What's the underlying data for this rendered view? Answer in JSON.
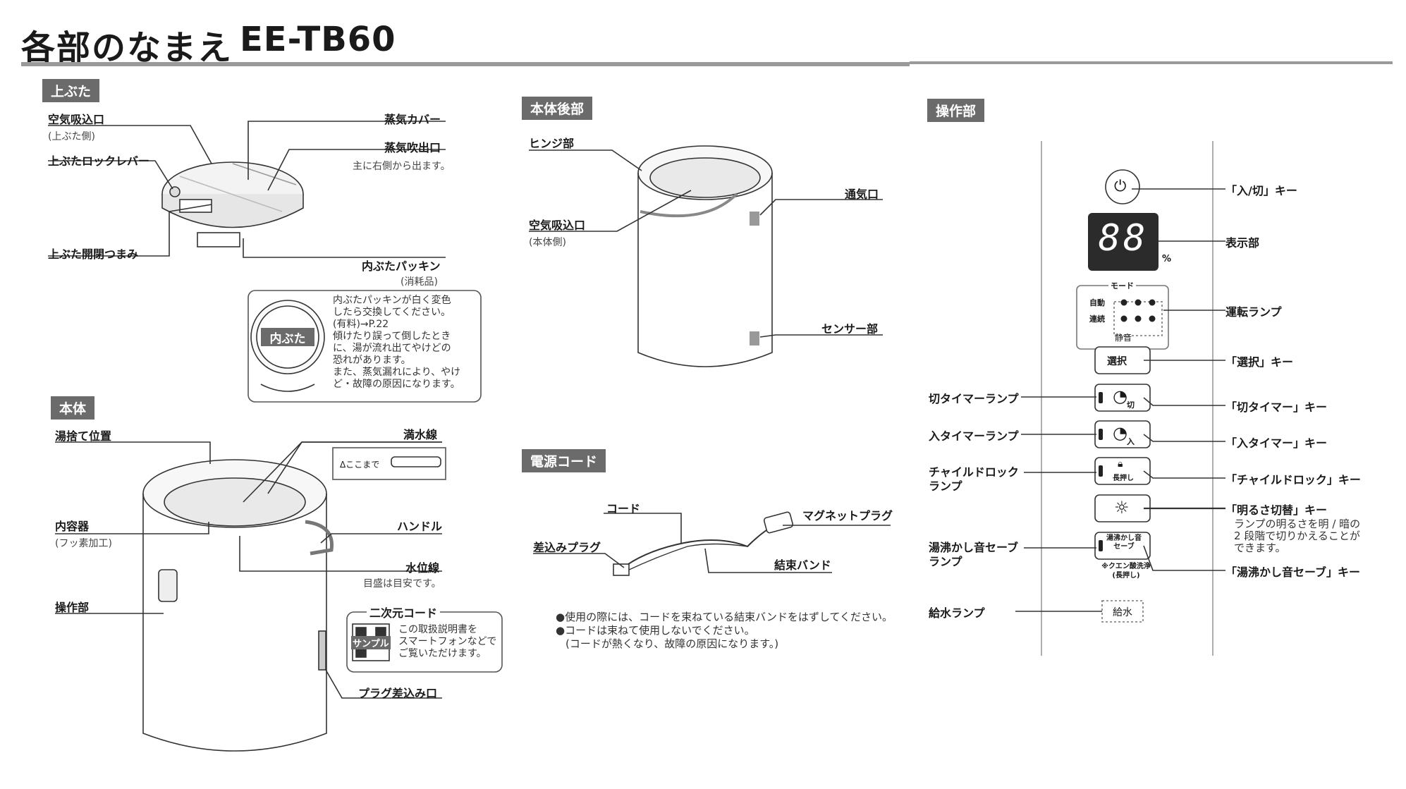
{
  "header": {
    "title": "各部のなまえ",
    "model": "EE-TB60"
  },
  "sections": {
    "lid": "上ぶた",
    "body": "本体",
    "back": "本体後部",
    "cord": "電源コード",
    "panel": "操作部"
  },
  "lid": {
    "air_intake": "空気吸込口",
    "air_intake_sub": "(上ぶた側)",
    "lock_lever": "上ぶたロックレバー",
    "open_knob": "上ぶた開閉つまみ",
    "steam_cover": "蒸気カバー",
    "steam_outlet": "蒸気吹出口",
    "steam_outlet_sub": "主に右側から出ます。",
    "packing": "内ぶたパッキン",
    "packing_sub": "(消耗品)",
    "inner_lid_label": "内ぶた",
    "packing_note": [
      "内ぶたパッキンが白く変色",
      "したら交換してください。",
      "(有料)→P.22",
      "傾けたり誤って倒したとき",
      "に、湯が流れ出てやけどの",
      "恐れがあります。",
      "また、蒸気漏れにより、やけ",
      "ど・故障の原因になります。"
    ]
  },
  "body": {
    "drain_position": "湯捨て位置",
    "inner_container": "内容器",
    "inner_container_sub": "(フッ素加工)",
    "control": "操作部",
    "full_line": "満水線",
    "full_line_mark": "Δここまで",
    "handle": "ハンドル",
    "water_level": "水位線",
    "water_level_sub": "目盛は目安です。",
    "qr_title": "二次元コード",
    "qr_sample": "サンプル",
    "qr_note": [
      "この取扱説明書を",
      "スマートフォンなどで",
      "ご覧いただけます。"
    ],
    "plug_socket": "プラグ差込み口"
  },
  "back": {
    "hinge": "ヒンジ部",
    "air_intake": "空気吸込口",
    "air_intake_sub": "(本体側)",
    "vent": "通気口",
    "sensor": "センサー部"
  },
  "cord": {
    "cord": "コード",
    "plug": "差込みプラグ",
    "magnet_plug": "マグネットプラグ",
    "band": "結束バンド",
    "notes": [
      "●使用の際には、コードを束ねている結束バンドをはずしてください。",
      "●コードは束ねて使用しないでください。",
      "(コードが熱くなり、故障の原因になります。)"
    ]
  },
  "panel": {
    "power_key": "「入/切」キー",
    "display": "表示部",
    "display_digits": "88",
    "percent": "%",
    "mode_title": "モード",
    "mode_auto": "自動",
    "mode_cont": "連続",
    "mode_quiet": "静音",
    "run_lamp": "運転ランプ",
    "select_btn": "選択",
    "select_key": "「選択」キー",
    "off_timer_lamp": "切タイマーランプ",
    "off_timer_key": "「切タイマー」キー",
    "off_sub": "切",
    "on_timer_lamp": "入タイマーランプ",
    "on_timer_key": "「入タイマー」キー",
    "on_sub": "入",
    "child_lamp": [
      "チャイルドロック",
      "ランプ"
    ],
    "child_key": "「チャイルドロック」キー",
    "child_btn": "長押し",
    "bright_key": "「明るさ切替」キー",
    "bright_note": [
      "ランプの明るさを明 / 暗の",
      "2 段階で切りかえることが",
      "できます。"
    ],
    "boil_lamp": [
      "湯沸かし音セーブ",
      "ランプ"
    ],
    "boil_key": "「湯沸かし音セーブ」キー",
    "boil_btn": [
      "湯沸かし音",
      "セーブ"
    ],
    "citric_note": [
      "※クエン酸洗浄",
      "(長押し)"
    ],
    "water_lamp": "給水ランプ",
    "water_btn": "給水"
  },
  "colors": {
    "section_bg": "#6b6b6b",
    "display_bg": "#2b2b2b",
    "line": "#333333"
  }
}
